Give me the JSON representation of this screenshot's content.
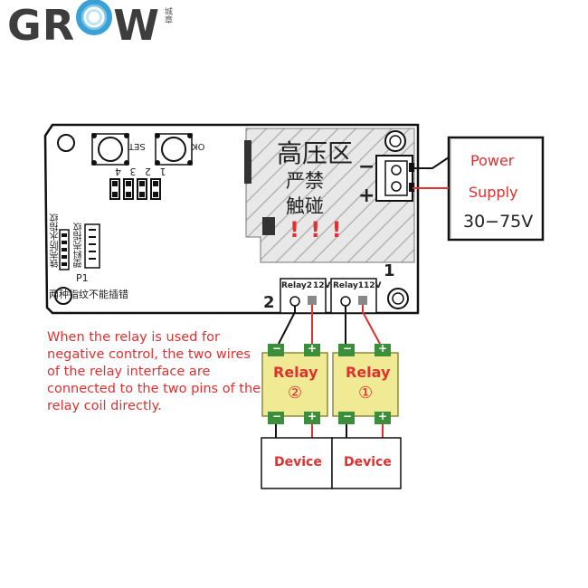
{
  "logo": {
    "text_left": "GR",
    "text_right": "W",
    "chinese": "城章"
  },
  "board": {
    "hv_zone": "高压区",
    "no_touch_1": "严禁",
    "no_touch_2": "触碰",
    "warn_marks": "! ! !",
    "button_set": "SET",
    "button_ok": "OK",
    "pins_top": "1 2 3 4",
    "p1_label": "P1",
    "vertical_left": "铁壳防水指纹",
    "vertical_right": "塑料壳指纹",
    "bottom_text": "两种指纹不能插错",
    "terminal_minus": "−",
    "terminal_plus": "+",
    "relay2_port": "Relay2",
    "relay1_port": "Relay1",
    "v12_a": "12V",
    "v12_b": "12V",
    "num_1": "1",
    "num_2": "2"
  },
  "power": {
    "line1": "Power",
    "line2": "Supply",
    "voltage": "30−75V"
  },
  "relays": [
    {
      "label": "Relay",
      "num": "②"
    },
    {
      "label": "Relay",
      "num": "①"
    }
  ],
  "pins": {
    "minus": "−",
    "plus": "+"
  },
  "devices": [
    "Device",
    "Device"
  ],
  "note": "When the relay is used for negative control, the two wires of the relay interface are connected to the two pins of the relay coil directly.",
  "colors": {
    "red_text": "#e03030",
    "relay_fill": "#f1ea95",
    "logo_blue": "#3aa0d6",
    "pin_green": "#3b8f3b"
  }
}
